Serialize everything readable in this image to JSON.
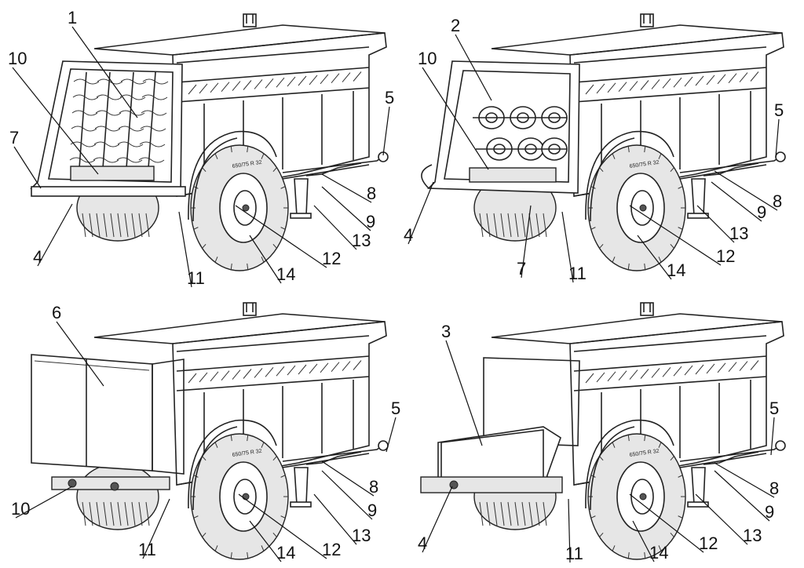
{
  "views": [
    {
      "id": "view-1",
      "variant": "vertical-beaters",
      "tire_marking": "650/75 R 32",
      "callouts": [
        "1",
        "10",
        "7",
        "4",
        "11",
        "14",
        "12",
        "13",
        "9",
        "8",
        "5"
      ]
    },
    {
      "id": "view-2",
      "variant": "horizontal-discs",
      "tire_marking": "650/75 R 32",
      "callouts": [
        "2",
        "10",
        "4",
        "7",
        "11",
        "14",
        "12",
        "13",
        "9",
        "8",
        "5"
      ]
    },
    {
      "id": "view-3",
      "variant": "closed-flap",
      "tire_marking": "650/75 R 32",
      "callouts": [
        "6",
        "10",
        "11",
        "14",
        "12",
        "13",
        "9",
        "8",
        "5"
      ]
    },
    {
      "id": "view-4",
      "variant": "lowered-flap",
      "tire_marking": "650/75 R 32",
      "callouts": [
        "3",
        "4",
        "11",
        "14",
        "12",
        "13",
        "9",
        "8",
        "5"
      ]
    }
  ]
}
